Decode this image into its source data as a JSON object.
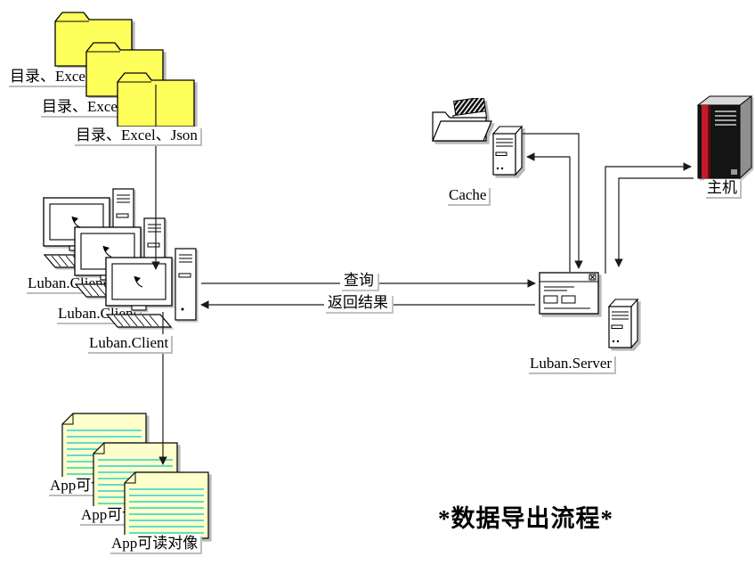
{
  "title": "*数据导出流程*",
  "colors": {
    "folder": "#ffff5c",
    "document_bg": "#ffffcc",
    "document_lines": "#00c8c8",
    "mainframe_red": "#c51a2b",
    "shadow": "#b9b9b9"
  },
  "folder_stack": {
    "items": [
      {
        "label": "目录、Excel、Json"
      },
      {
        "label": "目录、Excel、Json"
      },
      {
        "label": "目录、Excel、Json"
      }
    ]
  },
  "client_stack": {
    "items": [
      {
        "label": "Luban.Client"
      },
      {
        "label": "Luban.Client"
      },
      {
        "label": "Luban.Client"
      }
    ]
  },
  "doc_stack": {
    "items": [
      {
        "label": "App可读对像"
      },
      {
        "label": "App可读对像"
      },
      {
        "label": "App可读对像"
      }
    ]
  },
  "cache": {
    "label": "Cache"
  },
  "host": {
    "label": "主机"
  },
  "server": {
    "label": "Luban.Server"
  },
  "edges": {
    "query": "查询",
    "result": "返回结果"
  }
}
